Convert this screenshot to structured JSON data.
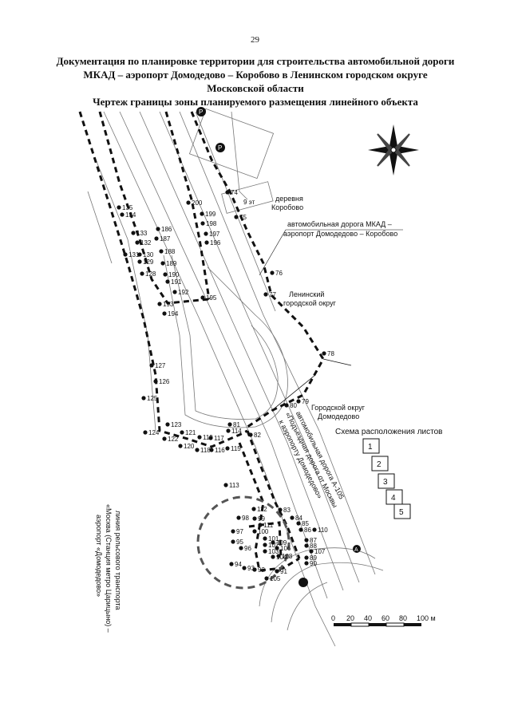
{
  "page_number": "29",
  "title_lines": [
    "Документация по планировке территории для строительства автомобильной дороги",
    "МКАД – аэропорт Домодедово – Коробово в Ленинском городском округе",
    "Московской области"
  ],
  "subtitle": "Чертеж границы зоны планируемого размещения линейного объекта",
  "labels": {
    "village": [
      "деревня",
      "Коробово"
    ],
    "road_callout": [
      "автомобильная дорога МКАД –",
      "аэропорт Домодедово – Коробово"
    ],
    "leninsky": [
      "Ленинский",
      "городской округ"
    ],
    "domodedovo": [
      "Городской округ",
      "Домодедово"
    ],
    "building_floors": "9 эт",
    "a105": "автомобильная дорога А-105",
    "a105_2": "«Подъездная дорога от Москвы",
    "a105_3": "к аэропорту Домодедово»",
    "rail": [
      "линия рельсового транспорта",
      "«Москва (Станция метро Царицыно) –",
      "аэропорт «Домодедово»"
    ],
    "scheme_title": "Схема расположения листов",
    "scheme_sheets": [
      "1",
      "2",
      "3",
      "4",
      "5"
    ]
  },
  "scale": {
    "ticks": [
      "0",
      "20",
      "40",
      "60",
      "80",
      "100 м"
    ]
  },
  "point_labels": [
    {
      "id": "p74",
      "text": "74"
    },
    {
      "id": "p75",
      "text": "75"
    },
    {
      "id": "p76",
      "text": "76"
    },
    {
      "id": "p77",
      "text": "77"
    },
    {
      "id": "p78",
      "text": "78"
    },
    {
      "id": "p79",
      "text": "79"
    },
    {
      "id": "p80",
      "text": "80"
    },
    {
      "id": "p81",
      "text": "81"
    },
    {
      "id": "p82",
      "text": "82"
    },
    {
      "id": "p83",
      "text": "83"
    },
    {
      "id": "p84",
      "text": "84"
    },
    {
      "id": "p85",
      "text": "85"
    },
    {
      "id": "p86",
      "text": "86"
    },
    {
      "id": "p87",
      "text": "87"
    },
    {
      "id": "p88",
      "text": "88"
    },
    {
      "id": "p89",
      "text": "89"
    },
    {
      "id": "p90",
      "text": "90"
    },
    {
      "id": "p91",
      "text": "91"
    },
    {
      "id": "p92",
      "text": "92"
    },
    {
      "id": "p93",
      "text": "93"
    },
    {
      "id": "p94",
      "text": "94"
    },
    {
      "id": "p95",
      "text": "95"
    },
    {
      "id": "p96",
      "text": "96"
    },
    {
      "id": "p97",
      "text": "97"
    },
    {
      "id": "p98",
      "text": "98"
    },
    {
      "id": "p99",
      "text": "99"
    },
    {
      "id": "p100",
      "text": "100"
    },
    {
      "id": "p101",
      "text": "101"
    },
    {
      "id": "p102",
      "text": "102"
    },
    {
      "id": "p103",
      "text": "103"
    },
    {
      "id": "p104",
      "text": "104"
    },
    {
      "id": "p105",
      "text": "105"
    },
    {
      "id": "p106",
      "text": "106"
    },
    {
      "id": "p107",
      "text": "107"
    },
    {
      "id": "p108",
      "text": "108"
    },
    {
      "id": "p109",
      "text": "109"
    },
    {
      "id": "p110",
      "text": "110"
    },
    {
      "id": "p111",
      "text": "111"
    },
    {
      "id": "p112",
      "text": "112"
    },
    {
      "id": "p113",
      "text": "113"
    },
    {
      "id": "p114",
      "text": "114"
    },
    {
      "id": "p115",
      "text": "115"
    },
    {
      "id": "p116",
      "text": "116"
    },
    {
      "id": "p117",
      "text": "117"
    },
    {
      "id": "p118",
      "text": "118"
    },
    {
      "id": "p119",
      "text": "119"
    },
    {
      "id": "p120",
      "text": "120"
    },
    {
      "id": "p121",
      "text": "121"
    },
    {
      "id": "p122",
      "text": "122"
    },
    {
      "id": "p123",
      "text": "123"
    },
    {
      "id": "p124",
      "text": "124"
    },
    {
      "id": "p125",
      "text": "125"
    },
    {
      "id": "p126",
      "text": "126"
    },
    {
      "id": "p127",
      "text": "127"
    },
    {
      "id": "p128",
      "text": "128"
    },
    {
      "id": "p129",
      "text": "129"
    },
    {
      "id": "p130",
      "text": "130"
    },
    {
      "id": "p131",
      "text": "131"
    },
    {
      "id": "p132",
      "text": "132"
    },
    {
      "id": "p133",
      "text": "133"
    },
    {
      "id": "p134",
      "text": "134"
    },
    {
      "id": "p135",
      "text": "135"
    },
    {
      "id": "p186",
      "text": "186"
    },
    {
      "id": "p187",
      "text": "187"
    },
    {
      "id": "p188",
      "text": "188"
    },
    {
      "id": "p189",
      "text": "189"
    },
    {
      "id": "p190",
      "text": "190"
    },
    {
      "id": "p191",
      "text": "191"
    },
    {
      "id": "p192",
      "text": "192"
    },
    {
      "id": "p193",
      "text": "193"
    },
    {
      "id": "p194",
      "text": "194"
    },
    {
      "id": "p195",
      "text": "195"
    },
    {
      "id": "p196",
      "text": "196"
    },
    {
      "id": "p197",
      "text": "197"
    },
    {
      "id": "p198",
      "text": "198"
    },
    {
      "id": "p199",
      "text": "199"
    },
    {
      "id": "p200",
      "text": "200"
    }
  ],
  "markers": {
    "parking": "P",
    "bus": "A"
  },
  "colors": {
    "ink": "#111111",
    "paper": "#ffffff",
    "road": "#888888"
  }
}
